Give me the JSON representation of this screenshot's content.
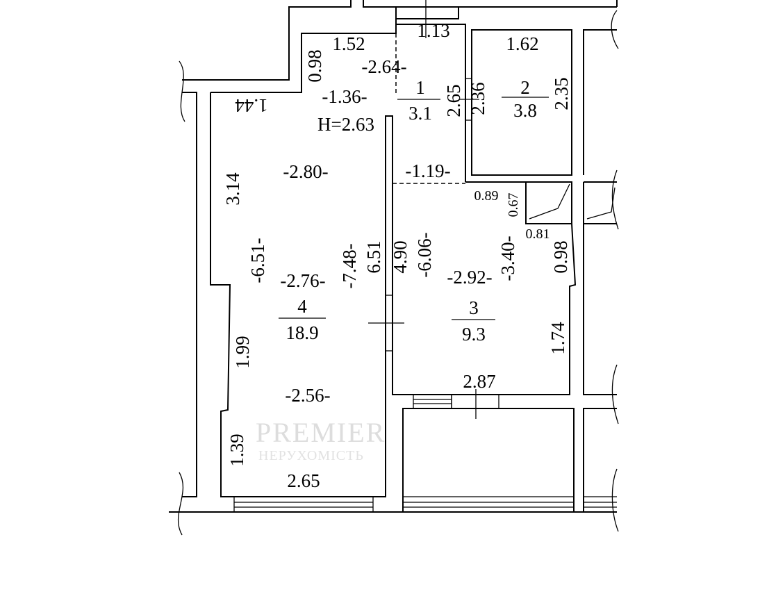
{
  "plan": {
    "ceiling_height": "H=2.63",
    "rooms": [
      {
        "number": "1",
        "area": "3.1"
      },
      {
        "number": "2",
        "area": "3.8"
      },
      {
        "number": "3",
        "area": "9.3"
      },
      {
        "number": "4",
        "area": "18.9"
      }
    ],
    "dimensions": {
      "d_1_13": "1.13",
      "d_1_52": "1.52",
      "d_0_98a": "0.98",
      "d_2_64": "-2.64-",
      "d_1_36": "-1.36-",
      "d_1_44": "1.44",
      "d_1_62": "1.62",
      "d_2_65a": "2.65",
      "d_2_36": "2.36",
      "d_2_35": "2.35",
      "d_2_80": "-2.80-",
      "d_1_19": "-1.19-",
      "d_3_14": "3.14",
      "d_0_89": "0.89",
      "d_0_67": "0.67",
      "d_0_81": "0.81",
      "d_0_98b": "0.98",
      "d_6_51a": "-6.51-",
      "d_2_76": "-2.76-",
      "d_7_48": "-7.48-",
      "d_6_51b": "6.51",
      "d_4_90": "4.90",
      "d_6_06": "-6.06-",
      "d_2_92": "-2.92-",
      "d_3_40": "-3.40-",
      "d_1_74": "1.74",
      "d_1_99": "1.99",
      "d_2_87": "2.87",
      "d_2_56": "-2.56-",
      "d_1_39": "1.39",
      "d_2_65b": "2.65"
    }
  },
  "watermark": {
    "line1": "PREMIER",
    "line2": "НЕРУХОМІСТЬ"
  }
}
